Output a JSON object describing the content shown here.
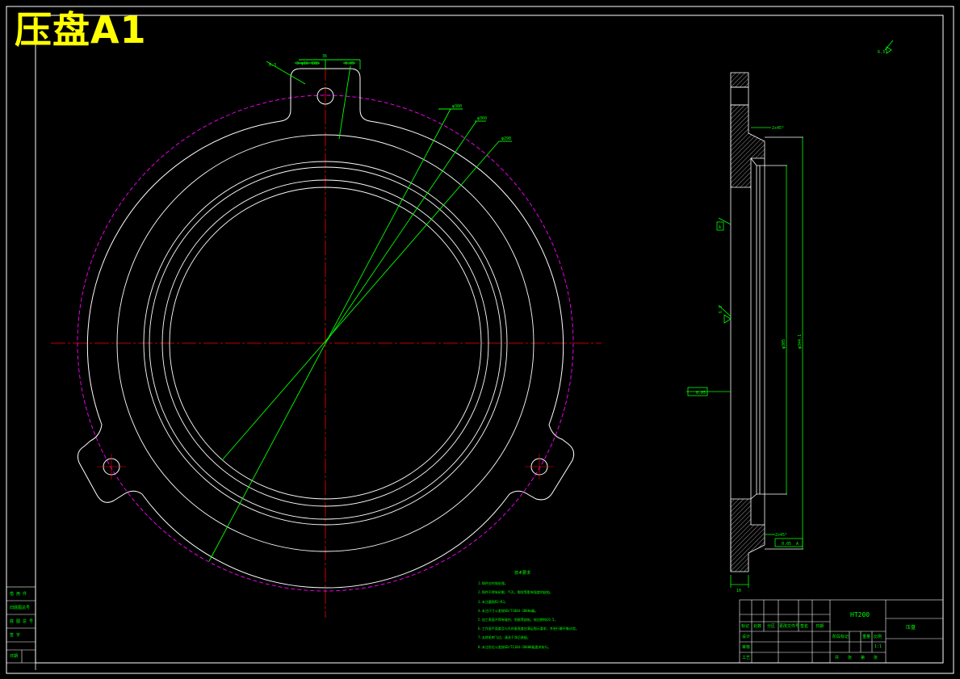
{
  "sheet": {
    "stamp": "压盘A1"
  },
  "title_block": {
    "material": "HT200",
    "part_name": "压盘",
    "scale": "1:1",
    "row_labels": [
      "设计",
      "审核",
      "工艺"
    ],
    "header_cells": [
      "标记",
      "处数",
      "分区",
      "更改文件号",
      "签名",
      "日期"
    ],
    "info_cells": [
      "阶段标记",
      "重量",
      "比例"
    ],
    "sheet_cells": [
      "共",
      "张",
      "第",
      "张"
    ]
  },
  "side_block": {
    "labels": [
      "借 用 件",
      "旧底图总号",
      "底 图 总 号",
      "签 字",
      "日期"
    ]
  },
  "tech_notes": {
    "title": "技术要求",
    "lines": [
      "1.铸件应时效处理。",
      "2.铸件不得有砂眼、气孔、裂纹等影响强度的缺陷。",
      "3.未注圆角R2~R3。",
      "4.未注尺寸公差按GB/T1804-2000m级。",
      "5.加工表面不得有碰伤、划痕等缺陷，锐边倒钝C0.5。",
      "6.工作面平面度及与孔的垂直度应满足图示要求，并进行静平衡试验。",
      "7.去除毛刺飞边，清洗干净后装配。",
      "8.未注形位公差按GB/T1184-2000K级要求执行。"
    ]
  },
  "annotations": {
    "surface_finish": "6.3",
    "datum_a": "A",
    "dia_outer": "φ380",
    "dia_mid": "φ360",
    "dia_inner": "φ298",
    "hole": "3-φ16",
    "hole_depth": "EQS",
    "lug_width": "36",
    "side_dim_1": "φ344.1",
    "side_dim_2": "φ305",
    "side_dim_3": "2x45°",
    "side_dim_4": "10",
    "flatness": "0.05",
    "parallel": "0.05"
  }
}
